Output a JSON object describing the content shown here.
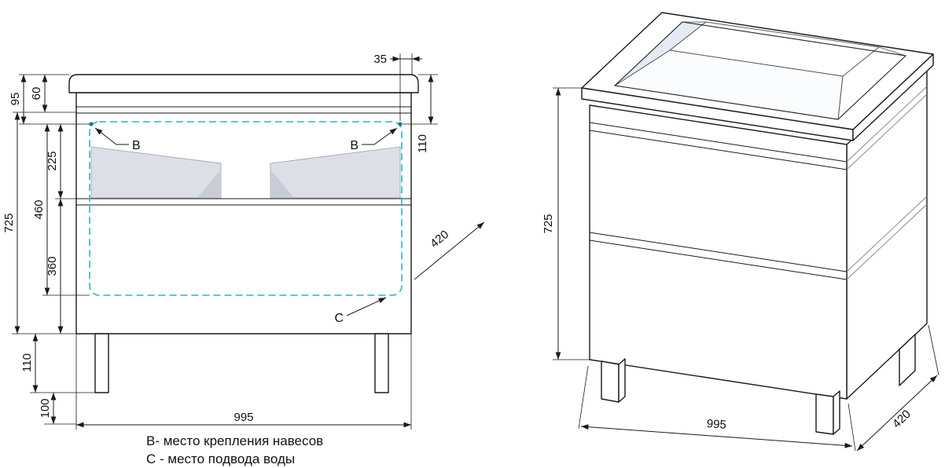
{
  "legend": {
    "line1": "В- место крепления навесов",
    "line2": "С - место подвода воды"
  },
  "front_view": {
    "labels": {
      "b_left": "В",
      "b_right": "В",
      "c": "С"
    },
    "dims": {
      "d95": "95",
      "d60": "60",
      "d35": "35",
      "d110_top_right": "110",
      "d725": "725",
      "d225": "225",
      "d460": "460",
      "d360": "360",
      "d110_legs": "110",
      "d100": "100",
      "d995": "995",
      "d420": "420"
    }
  },
  "iso_view": {
    "dims": {
      "d725": "725",
      "d995": "995",
      "d420": "420"
    }
  },
  "colors": {
    "accent_teal": "#2ab5c6",
    "sink_shadow_gray": "#dcdfe6"
  }
}
